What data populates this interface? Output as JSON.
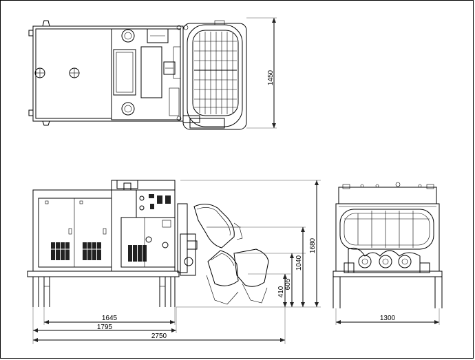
{
  "drawing": {
    "top_view": {
      "width_dim": "1450"
    },
    "side_view": {
      "length_inner": "1645",
      "length_frame": "1795",
      "length_total": "2750",
      "height_410": "410",
      "height_605": "605",
      "height_1040": "1040",
      "height_1680": "1680"
    },
    "front_view": {
      "width_dim": "1300"
    }
  }
}
